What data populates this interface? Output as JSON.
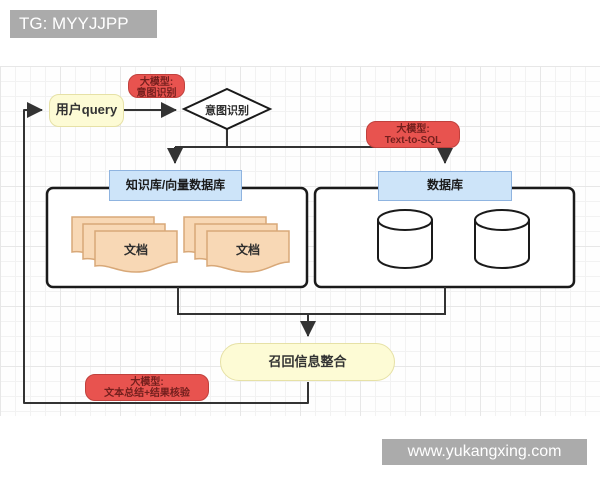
{
  "watermark": {
    "top_label": "TG: MYYJJPP",
    "bottom_label": "www.yukangxing.com"
  },
  "nodes": {
    "user_query": {
      "label": "用户query"
    },
    "intent": {
      "label": "意图识别"
    },
    "doc_left": {
      "label": "文档"
    },
    "doc_right": {
      "label": "文档"
    },
    "recall": {
      "label": "召回信息整合"
    }
  },
  "headers": {
    "kb": {
      "label": "知识库/向量数据库"
    },
    "db": {
      "label": "数据库"
    }
  },
  "badges": {
    "intent": {
      "line1": "大模型:",
      "line2": "意图识别"
    },
    "sql": {
      "line1": "大模型:",
      "line2": "Text-to-SQL"
    },
    "verify": {
      "line1": "大模型:",
      "line2": "文本总结+结果核验"
    }
  },
  "icons": {
    "documents_stack": "documents-stack-icon",
    "database_cylinder": "database-cylinder-icon"
  },
  "colors": {
    "banner_gray": "#ababab",
    "badge_red_fill": "#e8534f",
    "badge_red_border": "#c0413d",
    "badge_red_text": "#731f1d",
    "yellow_fill": "#fdfbd5",
    "yellow_border": "#e6e1a6",
    "blue_fill": "#cde4f9",
    "blue_border": "#8fb4e0",
    "doc_fill": "#f8d8b5",
    "doc_border": "#d8a878",
    "container_stroke": "#1a1a1a",
    "connector": "#333333"
  }
}
